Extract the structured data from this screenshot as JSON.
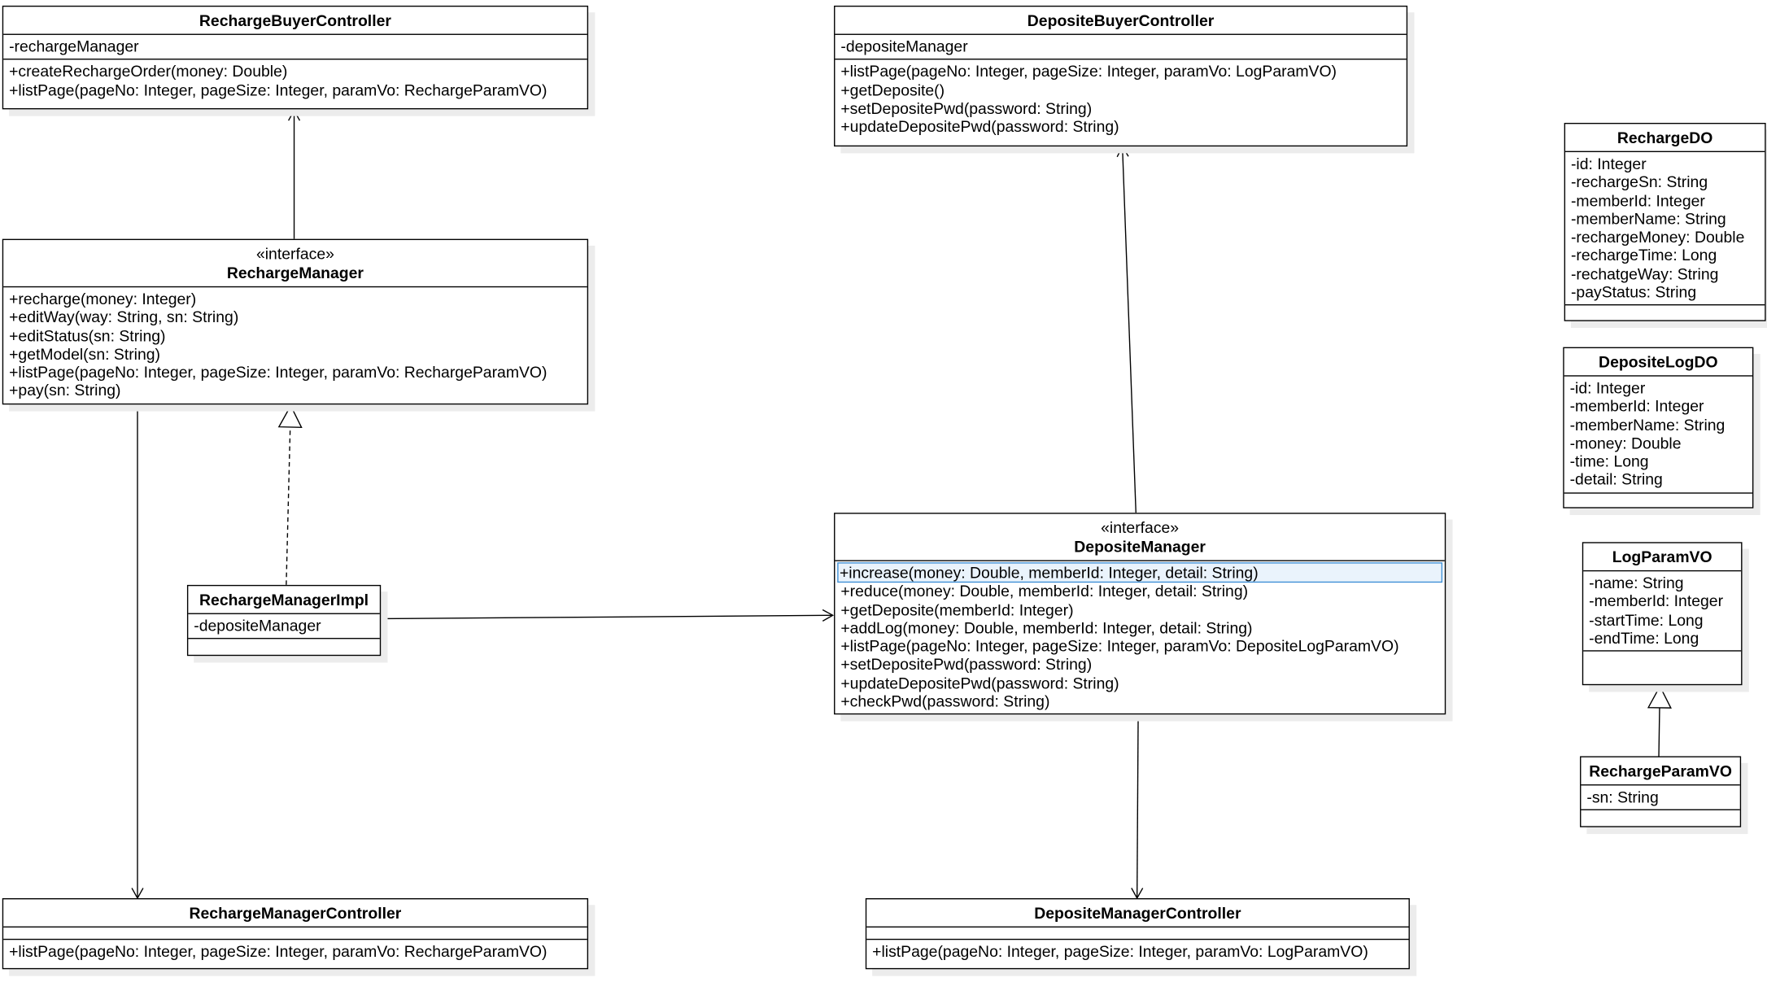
{
  "classes": {
    "recharge_buyer_controller": {
      "name": "RechargeBuyerController",
      "attributes": [
        "-rechargeManager"
      ],
      "operations": [
        "+createRechargeOrder(money: Double)",
        "+listPage(pageNo: Integer, pageSize: Integer, paramVo: RechargeParamVO)"
      ]
    },
    "deposite_buyer_controller": {
      "name": "DepositeBuyerController",
      "attributes": [
        "-depositeManager"
      ],
      "operations": [
        "+listPage(pageNo: Integer, pageSize: Integer, paramVo: LogParamVO)",
        "+getDeposite()",
        "+setDepositePwd(password: String)",
        "+updateDepositePwd(password: String)"
      ]
    },
    "recharge_manager": {
      "stereotype": "«interface»",
      "name": "RechargeManager",
      "operations": [
        "+recharge(money: Integer)",
        "+editWay(way: String, sn: String)",
        "+editStatus(sn: String)",
        "+getModel(sn: String)",
        "+listPage(pageNo: Integer, pageSize: Integer, paramVo: RechargeParamVO)",
        "+pay(sn: String)"
      ]
    },
    "recharge_manager_impl": {
      "name": "RechargeManagerImpl",
      "attributes": [
        "-depositeManager"
      ]
    },
    "deposite_manager": {
      "stereotype": "«interface»",
      "name": "DepositeManager",
      "operations": [
        "+increase(money: Double, memberId: Integer, detail: String)",
        "+reduce(money: Double, memberId: Integer, detail: String)",
        "+getDeposite(memberId: Integer)",
        "+addLog(money: Double, memberId: Integer, detail: String)",
        "+listPage(pageNo: Integer, pageSize: Integer, paramVo: DepositeLogParamVO)",
        "+setDepositePwd(password: String)",
        "+updateDepositePwd(password: String)",
        "+checkPwd(password: String)"
      ]
    },
    "recharge_manager_controller": {
      "name": "RechargeManagerController",
      "operations": [
        "+listPage(pageNo: Integer, pageSize: Integer, paramVo: RechargeParamVO)"
      ]
    },
    "deposite_manager_controller": {
      "name": "DepositeManagerController",
      "operations": [
        "+listPage(pageNo: Integer, pageSize: Integer, paramVo: LogParamVO)"
      ]
    },
    "recharge_do": {
      "name": "RechargeDO",
      "attributes": [
        "-id: Integer",
        "-rechargeSn: String",
        "-memberId: Integer",
        "-memberName: String",
        "-rechargeMoney: Double",
        "-rechargeTime: Long",
        "-rechatgeWay: String",
        "-payStatus: String"
      ]
    },
    "deposite_log_do": {
      "name": "DepositeLogDO",
      "attributes": [
        "-id: Integer",
        "-memberId: Integer",
        "-memberName: String",
        "-money: Double",
        "-time: Long",
        "-detail: String"
      ]
    },
    "log_param_vo": {
      "name": "LogParamVO",
      "attributes": [
        "-name: String",
        "-memberId: Integer",
        "-startTime: Long",
        "-endTime: Long"
      ]
    },
    "recharge_param_vo": {
      "name": "RechargeParamVO",
      "attributes": [
        "-sn: String"
      ]
    }
  },
  "colors": {
    "line": "#000000",
    "shadow": "#ececec",
    "selection": "#3d8fd6"
  }
}
